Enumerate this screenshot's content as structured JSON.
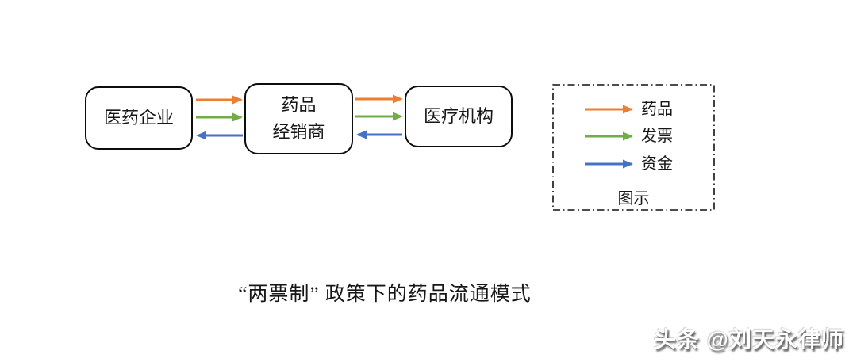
{
  "colors": {
    "drug": "#ED7D31",
    "invoice": "#70AD47",
    "funds": "#4472C4",
    "node_border": "#000000"
  },
  "nodes": [
    {
      "lines": [
        "医药企业"
      ]
    },
    {
      "lines": [
        "药品",
        "经销商"
      ]
    },
    {
      "lines": [
        "医疗机构"
      ]
    }
  ],
  "flows": [
    {
      "from": "医药企业",
      "to": "药品经销商",
      "what": "药品"
    },
    {
      "from": "医药企业",
      "to": "药品经销商",
      "what": "发票"
    },
    {
      "from": "药品经销商",
      "to": "医药企业",
      "what": "资金"
    },
    {
      "from": "药品经销商",
      "to": "医疗机构",
      "what": "药品"
    },
    {
      "from": "药品经销商",
      "to": "医疗机构",
      "what": "发票"
    },
    {
      "from": "医疗机构",
      "to": "药品经销商",
      "what": "资金"
    }
  ],
  "legend": {
    "title": "图示",
    "items": [
      {
        "label": "药品",
        "color": "#ED7D31"
      },
      {
        "label": "发票",
        "color": "#70AD47"
      },
      {
        "label": "资金",
        "color": "#4472C4"
      }
    ]
  },
  "caption": "“两票制” 政策下的药品流通模式",
  "watermark": "头条 @刘天永律师"
}
